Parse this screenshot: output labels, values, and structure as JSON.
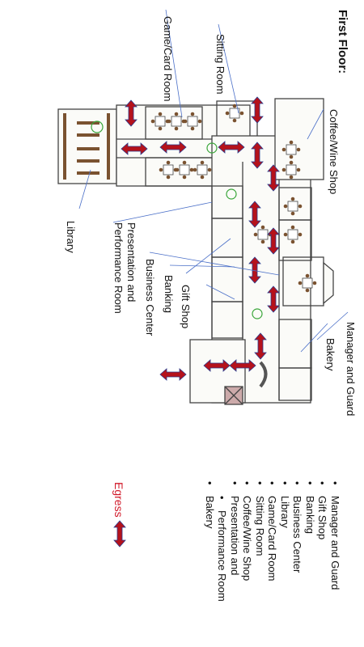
{
  "title": "First Floor:",
  "labels": {
    "game_card": "Game/Card Room",
    "sitting": "Sitting Room",
    "coffee": "Coffee/Wine Shop",
    "library": "Library",
    "presentation_1": "Presentation and",
    "presentation_2": "Performance Room",
    "business": "Business Center",
    "banking": "Banking",
    "gift": "Gift Shop",
    "manager": "Manager and Guard",
    "bakery": "Bakery"
  },
  "legend": {
    "items": [
      "Manager and Guard",
      "Gift Shop",
      "Banking",
      "Business Center",
      "Library",
      "Game/Card Room",
      "Sitting Room",
      "Coffee/Wine Shop",
      "Presentation and",
      "Performance Room",
      "Bakery"
    ],
    "egress_label": "Egress"
  },
  "colors": {
    "arrow": "#b5121b",
    "arrow_outline": "#2a3a8c",
    "leader": "#4a6fc8",
    "wall": "#444444",
    "plant": "#3aa63a"
  }
}
